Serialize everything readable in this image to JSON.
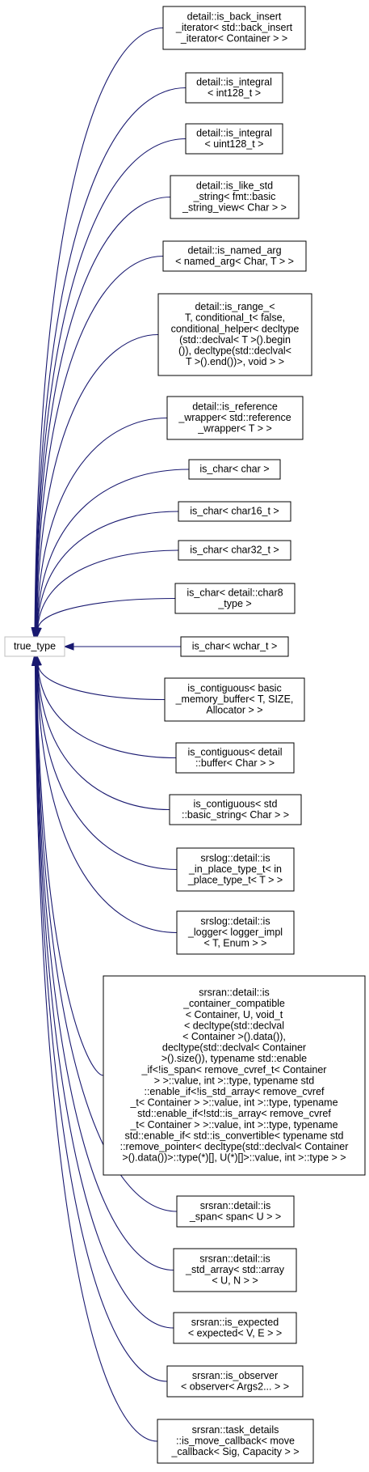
{
  "colors": {
    "edge": "#191970",
    "box_border": "#000000",
    "root_border": "#bfbfbf",
    "background": "#ffffff"
  },
  "root": {
    "lines": [
      "true_type"
    ]
  },
  "nodes": [
    {
      "lines": [
        "detail::is_back_insert",
        "_iterator< std::back_insert",
        "_iterator< Container > >"
      ]
    },
    {
      "lines": [
        "detail::is_integral",
        "< int128_t >"
      ]
    },
    {
      "lines": [
        "detail::is_integral",
        "< uint128_t >"
      ]
    },
    {
      "lines": [
        "detail::is_like_std",
        "_string< fmt::basic",
        "_string_view< Char > >"
      ]
    },
    {
      "lines": [
        "detail::is_named_arg",
        "< named_arg< Char, T > >"
      ]
    },
    {
      "lines": [
        "detail::is_range_<",
        "T, conditional_t< false,",
        "conditional_helper< decltype",
        "(std::declval< T >().begin",
        "()), decltype(std::declval<",
        "T >().end())>, void > >"
      ]
    },
    {
      "lines": [
        "detail::is_reference",
        "_wrapper< std::reference",
        "_wrapper< T > >"
      ]
    },
    {
      "lines": [
        "is_char< char >"
      ]
    },
    {
      "lines": [
        "is_char< char16_t >"
      ]
    },
    {
      "lines": [
        "is_char< char32_t >"
      ]
    },
    {
      "lines": [
        "is_char< detail::char8",
        "_type >"
      ]
    },
    {
      "lines": [
        "is_char< wchar_t >"
      ]
    },
    {
      "lines": [
        "is_contiguous< basic",
        "_memory_buffer< T, SIZE,",
        "Allocator > >"
      ]
    },
    {
      "lines": [
        "is_contiguous< detail",
        "::buffer< Char > >"
      ]
    },
    {
      "lines": [
        "is_contiguous< std",
        "::basic_string< Char > >"
      ]
    },
    {
      "lines": [
        "srslog::detail::is",
        "_in_place_type_t< in",
        "_place_type_t< T > >"
      ]
    },
    {
      "lines": [
        "srslog::detail::is",
        "_logger< logger_impl",
        "< T, Enum > >"
      ]
    },
    {
      "lines": [
        "srsran::detail::is",
        "_container_compatible",
        "< Container, U, void_t",
        "< decltype(std::declval",
        "< Container >().data()),",
        "decltype(std::declval< Container",
        ">().size()), typename std::enable",
        "_if<!is_span< remove_cvref_t< Container",
        "> >::value, int >::type, typename std",
        "::enable_if<!is_std_array< remove_cvref",
        "_t< Container > >::value, int >::type, typename",
        "std::enable_if<!std::is_array< remove_cvref",
        "_t< Container > >::value, int >::type, typename",
        "std::enable_if< std::is_convertible< typename std",
        "::remove_pointer< decltype(std::declval< Container",
        ">().data())>::type(*)[], U(*)[]>::value, int >::type > >"
      ]
    },
    {
      "lines": [
        "srsran::detail::is",
        "_span< span< U > >"
      ]
    },
    {
      "lines": [
        "srsran::detail::is",
        "_std_array< std::array",
        "< U, N > >"
      ]
    },
    {
      "lines": [
        "srsran::is_expected",
        "< expected< V, E > >"
      ]
    },
    {
      "lines": [
        "srsran::is_observer",
        "< observer< Args2... > >"
      ]
    },
    {
      "lines": [
        "srsran::task_details",
        "::is_move_callback< move",
        "_callback< Sig, Capacity > >"
      ]
    }
  ]
}
